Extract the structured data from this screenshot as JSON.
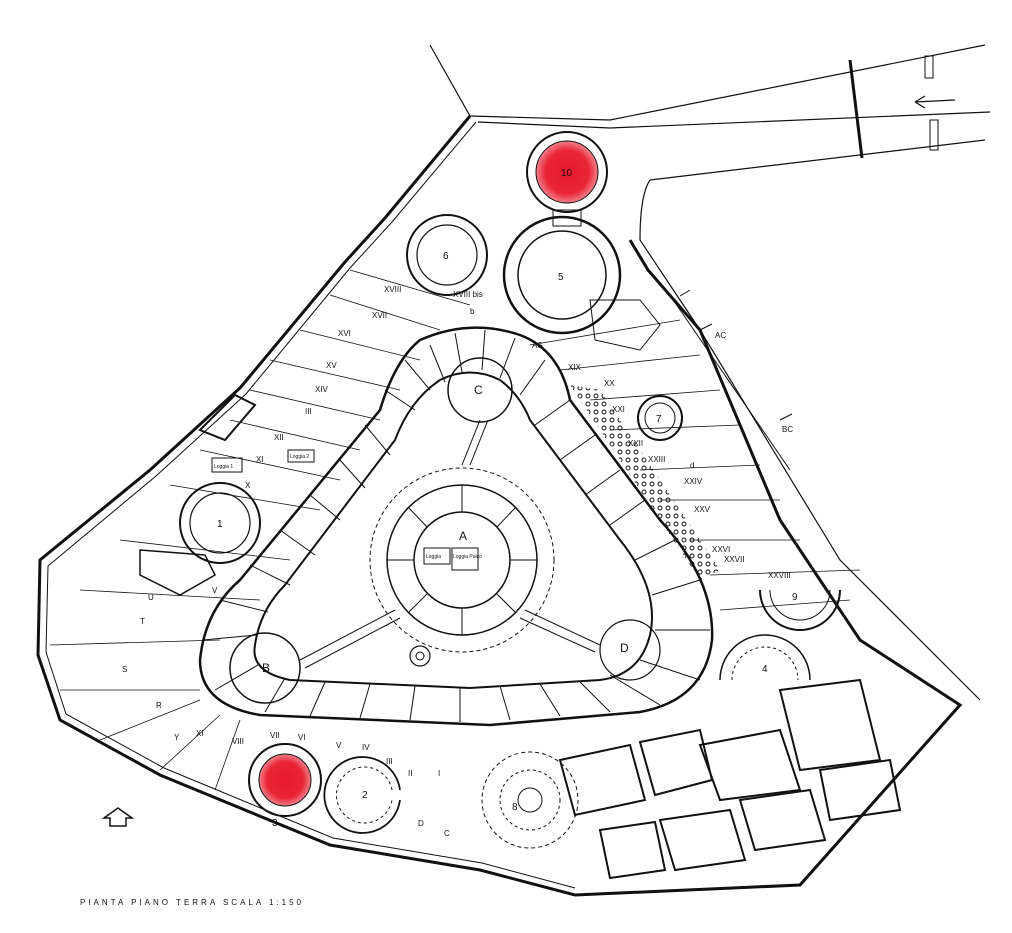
{
  "caption": "PIANTA   PIANO   TERRA   SCALA 1:150",
  "highlight_color": "#e8192c",
  "ink_color": "#111111",
  "center_labels": {
    "A": "A",
    "B": "B",
    "C": "C",
    "D": "D",
    "loggia_left": "Loggia",
    "loggia_right": "Loggia Palco"
  },
  "circle_labels": {
    "c10": "10",
    "c5": "5",
    "c6": "6",
    "c7": "7",
    "c1": "1",
    "c9": "9",
    "c4": "4",
    "c2": "2",
    "c8": "8",
    "c3": "3"
  },
  "room_labels": {
    "AC": "AC",
    "BC": "BC",
    "AS": "AS",
    "b": "b",
    "d": "d",
    "XVIIIbis": "XVIII bis",
    "XVIII": "XVIII",
    "XVII": "XVII",
    "XVI": "XVI",
    "XV": "XV",
    "XIV": "XIV",
    "III_w": "III",
    "XII": "XII",
    "XI_w": "XI",
    "X": "X",
    "loggia1": "Loggia 1",
    "loggia2": "Loggia 2",
    "U": "U",
    "V_w": "V",
    "T": "T",
    "S": "S",
    "R": "R",
    "Y": "Y",
    "XI_s": "XI",
    "VIII": "VIII",
    "VII": "VII",
    "VI": "VI",
    "V_s": "V",
    "IV": "IV",
    "III_s": "III",
    "II": "II",
    "I": "I",
    "D_s": "D",
    "C_s": "C",
    "XIX": "XIX",
    "XX": "XX",
    "XXI": "XXI",
    "XXII": "XXII",
    "XXIII": "XXIII",
    "XXIV": "XXIV",
    "XXV": "XXV",
    "XXVI": "XXVI",
    "XXVII": "XXVII",
    "XXVIII": "XXVIII"
  }
}
